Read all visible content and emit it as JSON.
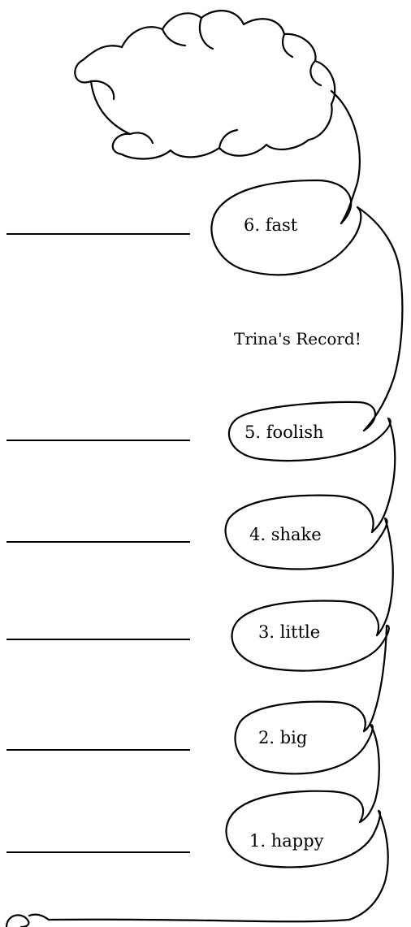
{
  "worksheet": {
    "title": "Trina's Record!",
    "words": [
      {
        "number": "6.",
        "word": "fast",
        "label": "6. fast"
      },
      {
        "number": "5.",
        "word": "foolish",
        "label": "5. foolish"
      },
      {
        "number": "4.",
        "word": "shake",
        "label": "4. shake"
      },
      {
        "number": "3.",
        "word": "little",
        "label": "3. little"
      },
      {
        "number": "2.",
        "word": "big",
        "label": "2. big"
      },
      {
        "number": "1.",
        "word": "happy",
        "label": "1. happy"
      }
    ]
  }
}
